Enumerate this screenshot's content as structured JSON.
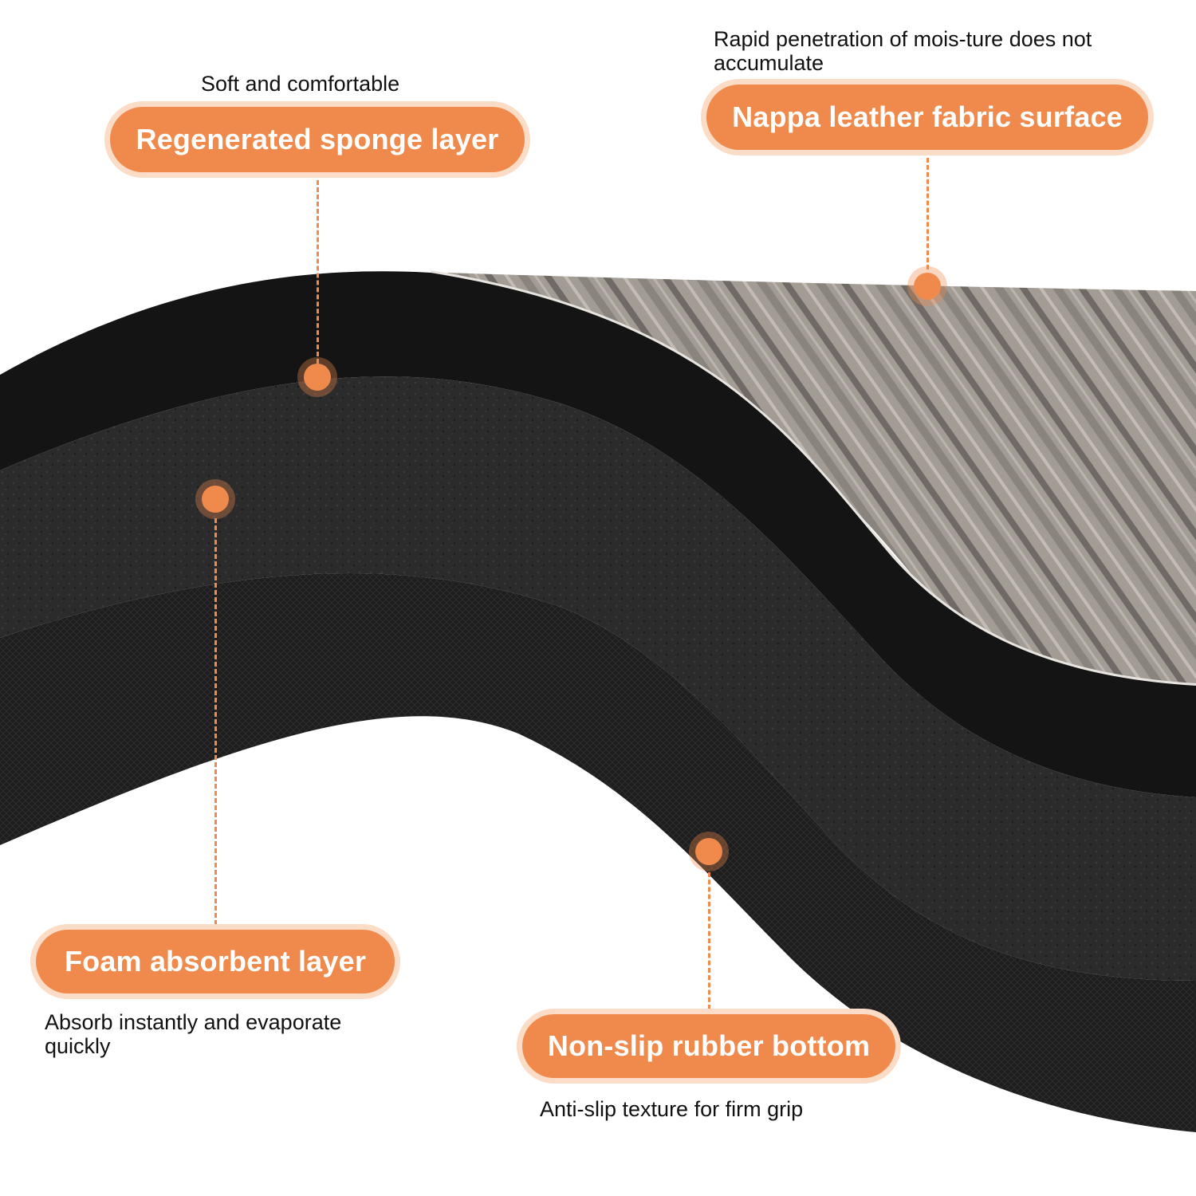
{
  "callouts": {
    "sponge": {
      "label": "Regenerated sponge layer",
      "caption": "Soft and comfortable"
    },
    "nappa": {
      "label": "Nappa leather fabric surface",
      "caption": "Rapid penetration of mois-ture does not accumulate"
    },
    "foam": {
      "label": "Foam absorbent layer",
      "caption": "Absorb instantly and evaporate quickly"
    },
    "rubber": {
      "label": "Non-slip rubber bottom",
      "caption": "Anti-slip texture for firm grip"
    }
  },
  "colors": {
    "accent": "#ef8a4c",
    "accent_glow": "#fbdcc6",
    "fabric": "#9a948e",
    "layer_black": "#141414",
    "foam": "#2a2a2a",
    "rubber": "#1f1f1f"
  }
}
